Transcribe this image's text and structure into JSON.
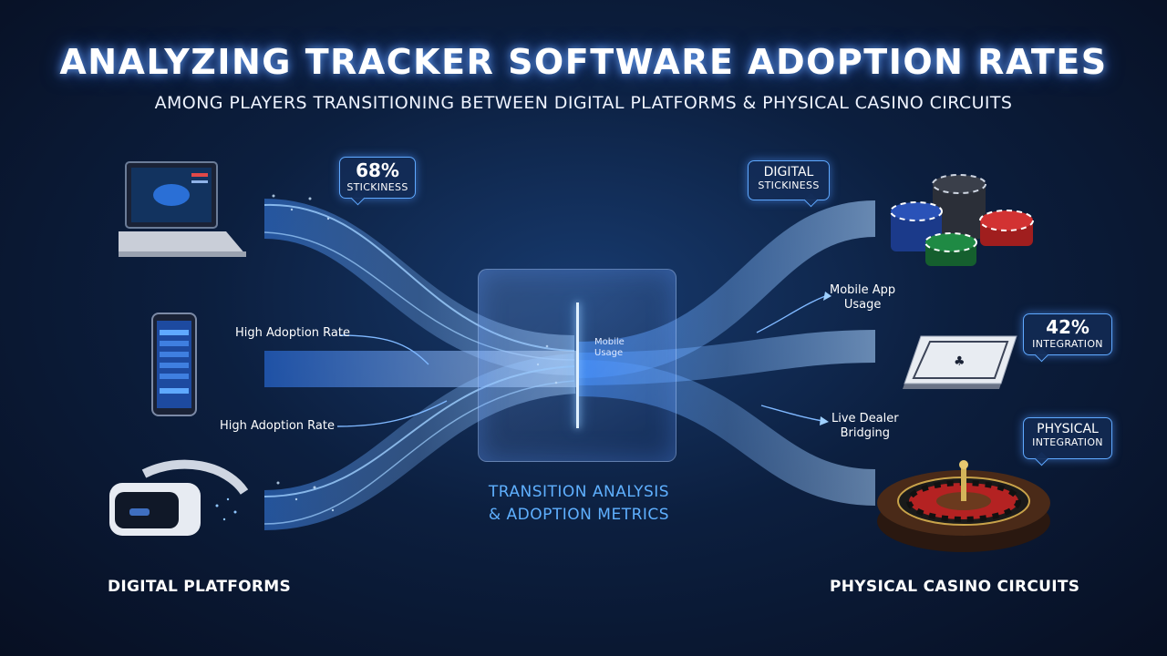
{
  "header": {
    "title": "ANALYZING TRACKER SOFTWARE ADOPTION RATES",
    "subtitle": "AMONG PLAYERS TRANSITIONING BETWEEN DIGITAL PLATFORMS & PHYSICAL CASINO CIRCUITS"
  },
  "callouts": {
    "stickiness_left": {
      "value": "68%",
      "label": "STICKINESS"
    },
    "digital_stickiness": {
      "line1": "DIGITAL",
      "line2": "STICKINESS"
    },
    "integration": {
      "value": "42%",
      "label": "INTEGRATION"
    },
    "physical_integration": {
      "line1": "PHYSICAL",
      "line2": "INTEGRATION"
    }
  },
  "flow_labels": {
    "high_adoption_1": "High Adoption Rate",
    "high_adoption_2": "High Adoption Rate",
    "mobile_app_usage_1": "Mobile App",
    "mobile_app_usage_2": "Usage",
    "live_dealer_1": "Live Dealer",
    "live_dealer_2": "Bridging",
    "hub_mobile_1": "Mobile",
    "hub_mobile_2": "Usage"
  },
  "hub": {
    "caption_line1": "TRANSITION ANALYSIS",
    "caption_line2": "& ADOPTION METRICS"
  },
  "footer": {
    "left": "DIGITAL PLATFORMS",
    "right": "PHYSICAL CASINO CIRCUITS"
  },
  "icons": [
    "laptop-icon",
    "smartphone-icon",
    "vr-headset-icon",
    "poker-chips-icon",
    "playing-cards-icon",
    "roulette-wheel-icon"
  ],
  "colors": {
    "accent": "#5fa9ff",
    "flow": "#4f9dff",
    "background": "#0c1f3f"
  }
}
